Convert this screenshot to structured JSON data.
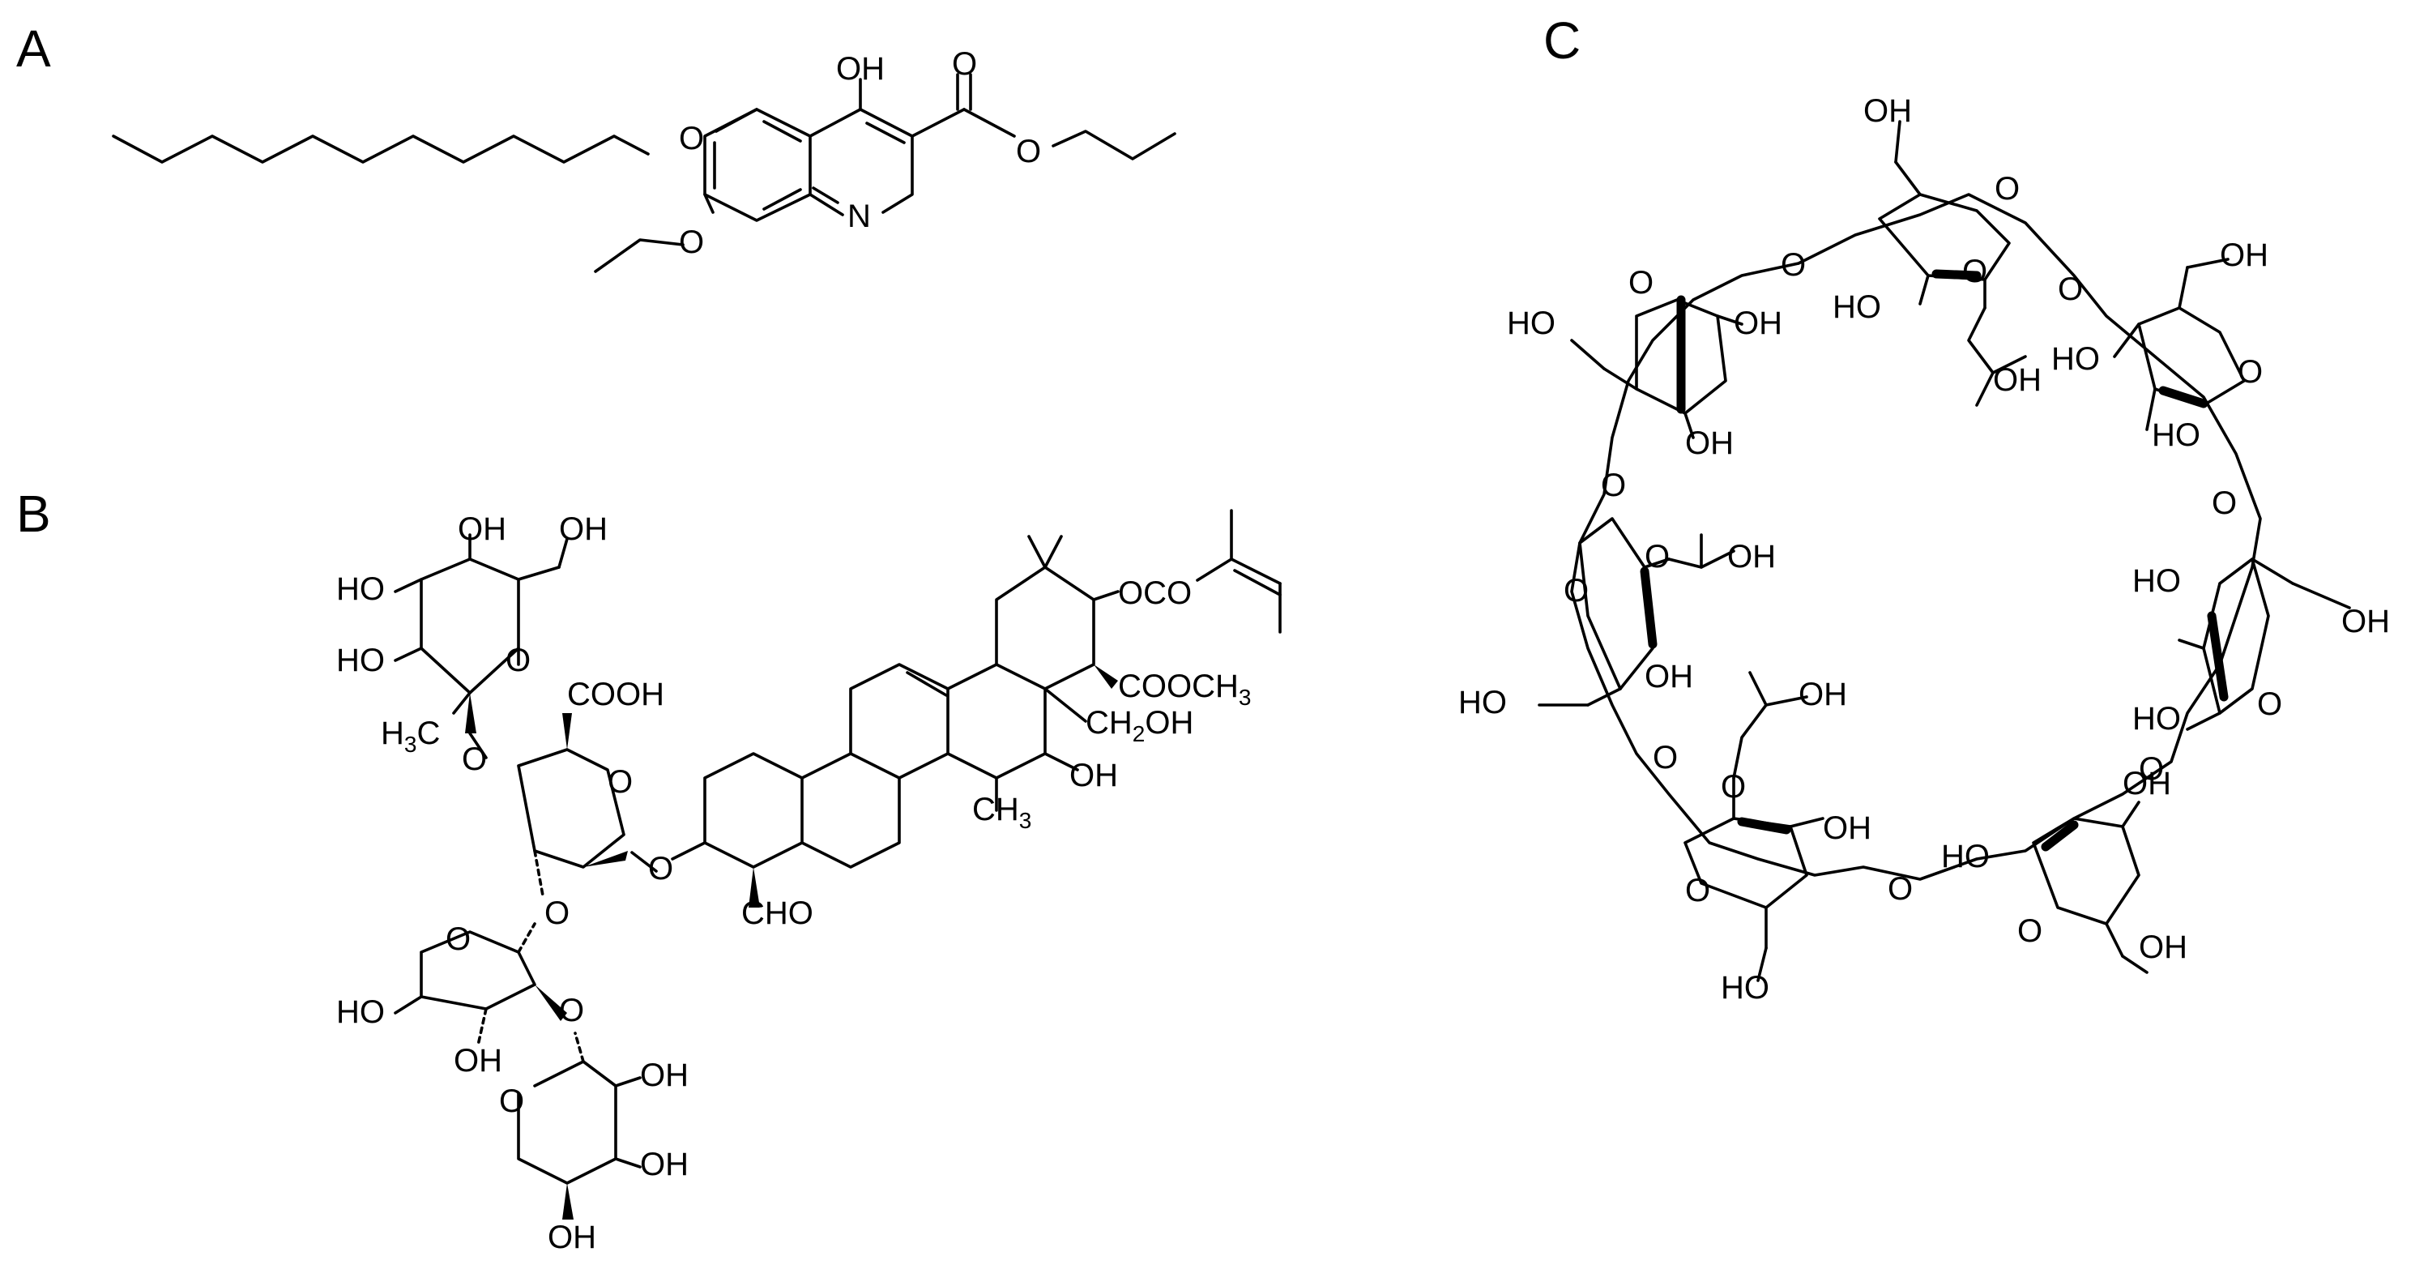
{
  "figure": {
    "panels": {
      "a": {
        "letter": "A",
        "atoms": {
          "oh": "OH",
          "o_carbonyl": "O",
          "o_ester": "O",
          "o_decyl": "O",
          "o_ethoxy": "O",
          "n": "N"
        }
      },
      "b": {
        "letter": "B",
        "atoms": {
          "oh1": "OH",
          "oh2": "OH",
          "ho1": "HO",
          "ho2": "HO",
          "o_ring1": "O",
          "cooh": "COOH",
          "o_ring2": "O",
          "o_glyco1": "O",
          "o_glyco2": "O",
          "o_glyco3": "O",
          "o_ring3": "O",
          "ho3": "HO",
          "oh3": "OH",
          "o_ring4": "O",
          "oh4": "OH",
          "oh5": "OH",
          "oh6": "OH",
          "ococ": "OCO",
          "coo": "COOCH",
          "coo_sub": "3",
          "ch2": "CH",
          "ch2_sub": "2",
          "ch2_oh": "OH",
          "ch3": "CH",
          "ch3_sub": "3",
          "oh7": "OH",
          "cho": "CHO",
          "h3c": "H",
          "h3c_sub": "3",
          "h3c_c": "C"
        }
      },
      "c": {
        "letter": "C",
        "atoms": {
          "t_oh": "OH",
          "t_ho": "HO",
          "t_o_ring": "O",
          "t_o_ether": "O",
          "t_o_link": "O",
          "t_hp_oh": "OH",
          "ur_oh": "OH",
          "ur_ho1": "HO",
          "ur_o_ring": "O",
          "ur_ho2": "HO",
          "ur_o_link": "O",
          "r_ho1": "HO",
          "r_oh": "OH",
          "r_ho2": "HO",
          "r_o_ring": "O",
          "r_o_link": "O",
          "br_oh": "OH",
          "br_ho": "HO",
          "br_o_ring": "O",
          "br_oh2": "OH",
          "br_o_link": "O",
          "bl_oh": "OH",
          "bl_o_ring": "O",
          "bl_ho": "HO",
          "bl_o_ether": "O",
          "bl_hp_oh": "OH",
          "l_ho": "HO",
          "l_o_ring": "O",
          "l_oh": "OH",
          "l_o_ether": "O",
          "l_hp_oh": "OH",
          "l_o_link": "O",
          "ul_ho": "HO",
          "ul_oh1": "OH",
          "ul_o_ring": "O",
          "ul_oh2": "OH",
          "ul_o_link": "O",
          "lo_o_link": "O"
        }
      }
    }
  }
}
